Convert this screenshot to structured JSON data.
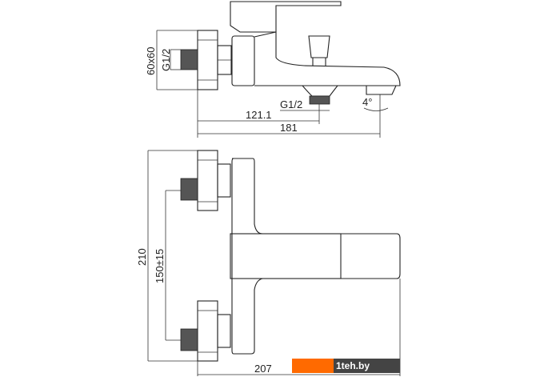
{
  "side_view": {
    "connection_size": "60x60",
    "inlet_thread": "G1/2",
    "outlet_thread": "G1/2",
    "outlet_distance": "121.1",
    "total_depth": "181",
    "spout_angle": "4°"
  },
  "front_view": {
    "total_height": "210",
    "inlet_spacing": "150±15",
    "total_width": "207"
  },
  "watermark": {
    "text": "1teh.by",
    "colors": {
      "orange": "#ff6a00",
      "dark": "#444444"
    }
  }
}
